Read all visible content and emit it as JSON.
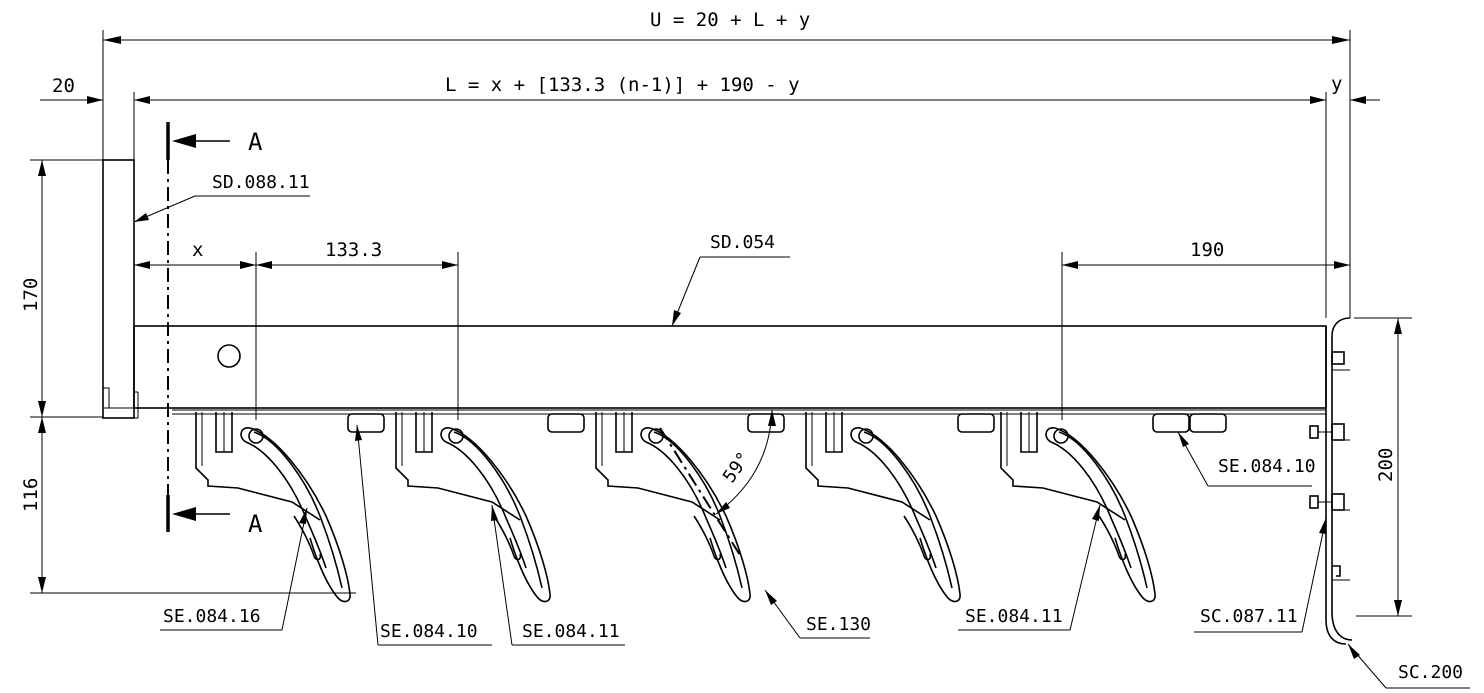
{
  "drawing": {
    "overall_formula": "U = 20 + L + y",
    "length_formula": "L = x + [133.3 (n-1)] + 190 - y",
    "dim_20": "20",
    "dim_y": "y",
    "dim_x": "x",
    "dim_pitch": "133.3",
    "dim_190": "190",
    "dim_170": "170",
    "dim_116": "116",
    "dim_200": "200",
    "angle": "59°",
    "section_mark": "A"
  },
  "parts": {
    "sd_088_11": "SD.088.11",
    "sd_054": "SD.054",
    "se_084_16": "SE.084.16",
    "se_084_10_bottom": "SE.084.10",
    "se_084_11_left": "SE.084.11",
    "se_130": "SE.130",
    "se_084_11_right": "SE.084.11",
    "sc_087_11": "SC.087.11",
    "sc_200": "SC.200",
    "se_084_10_right": "SE.084.10"
  }
}
